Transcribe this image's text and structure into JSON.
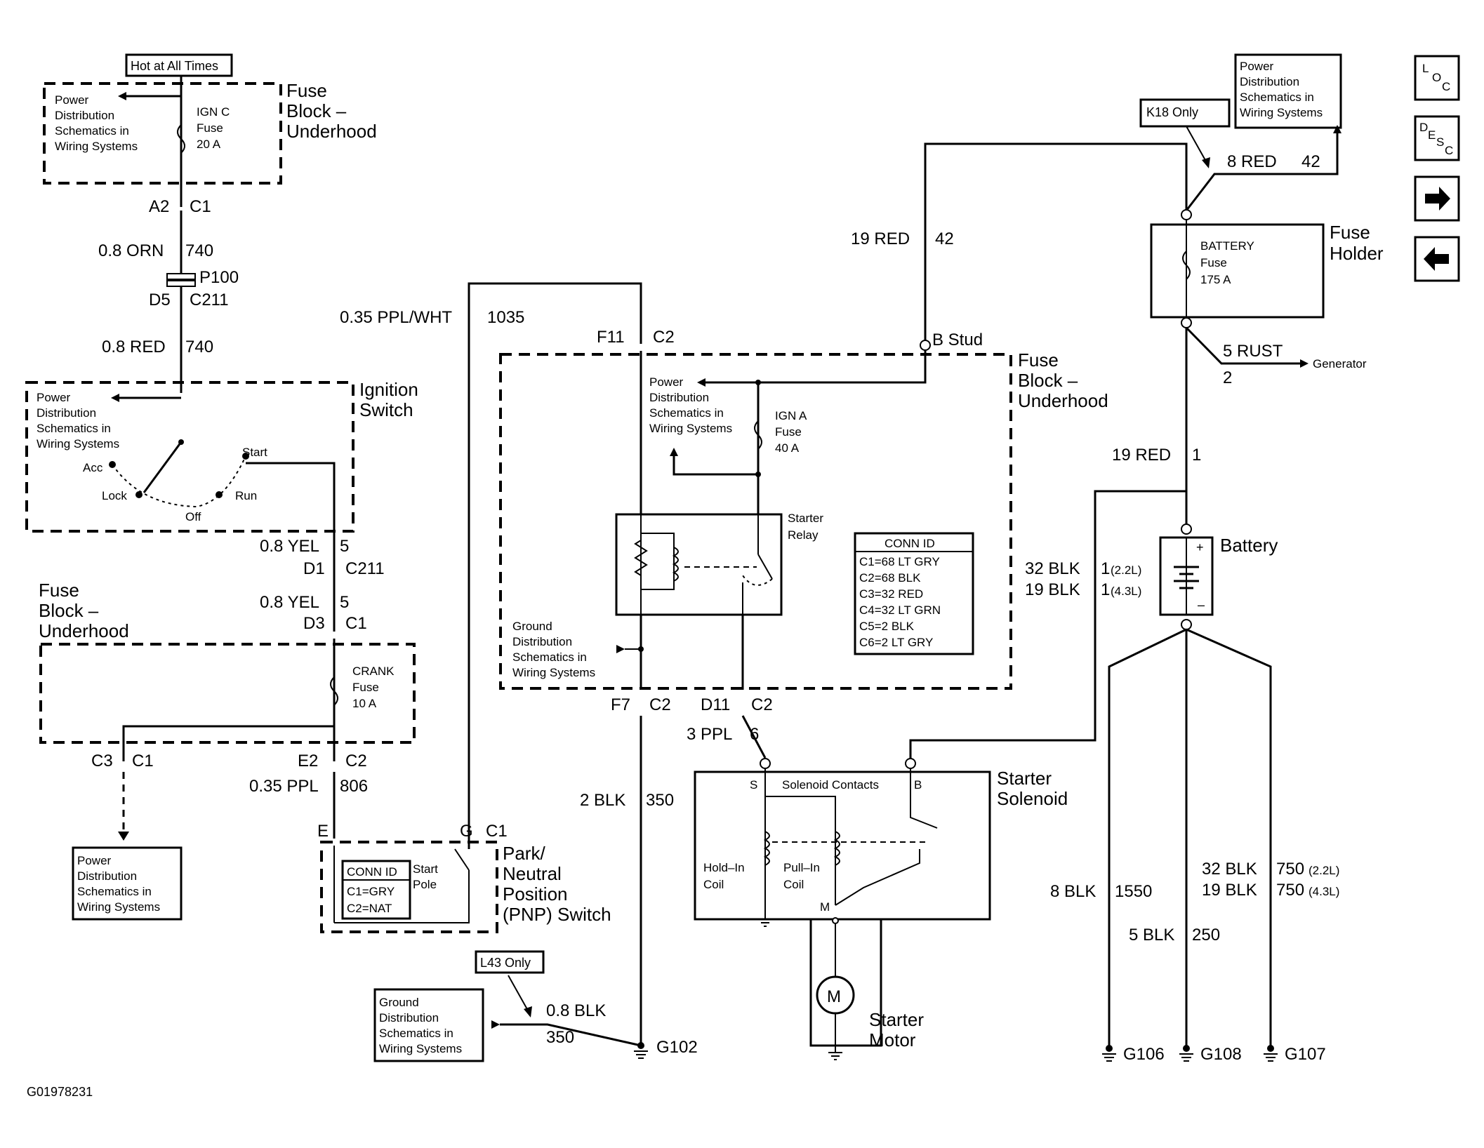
{
  "figure_id": "G01978231",
  "nav": {
    "loc_a": "L",
    "loc_b": "O",
    "loc_c": "C",
    "desc_a": "D",
    "desc_b": "E",
    "desc_c": "S",
    "desc_d": "C",
    "fwd_arrow": "arrow-right-icon",
    "back_arrow": "arrow-left-icon"
  },
  "labels": {
    "hot": "Hot at All Times",
    "pd1_a": "Power",
    "pd1_b": "Distribution",
    "pd1_c": "Schematics in",
    "pd1_d": "Wiring Systems",
    "ignc_a": "IGN C",
    "ignc_b": "Fuse",
    "ignc_c": "20 A",
    "fb1_a": "Fuse",
    "fb1_b": "Block –",
    "fb1_c": "Underhood",
    "a2": "A2",
    "c1a": "C1",
    "w740a": "0.8 ORN",
    "w740a_n": "740",
    "p100": "P100",
    "d5": "D5",
    "c211a": "C211",
    "w740b": "0.8 RED",
    "w740b_n": "740",
    "pd2_a": "Power",
    "pd2_b": "Distribution",
    "pd2_c": "Schematics in",
    "pd2_d": "Wiring Systems",
    "ign_a": "Ignition",
    "ign_b": "Switch",
    "acc": "Acc",
    "lock": "Lock",
    "off": "Off",
    "run": "Run",
    "start": "Start",
    "yel1": "0.8 YEL",
    "yel1_n": "5",
    "d1": "D1",
    "c211b": "C211",
    "yel2": "0.8 YEL",
    "yel2_n": "5",
    "d3": "D3",
    "c1b": "C1",
    "fb2_a": "Fuse",
    "fb2_b": "Block –",
    "fb2_c": "Underhood",
    "crank_a": "CRANK",
    "crank_b": "Fuse",
    "crank_c": "10 A",
    "c3": "C3",
    "c1c": "C1",
    "e2": "E2",
    "c2a": "C2",
    "ppl806": "0.35 PPL",
    "ppl806_n": "806",
    "pd3_a": "Power",
    "pd3_b": "Distribution",
    "pd3_c": "Schematics in",
    "pd3_d": "Wiring Systems",
    "e": "E",
    "g": "G",
    "c1d": "C1",
    "connid1": "CONN ID",
    "c1gry": "C1=GRY",
    "c2nat": "C2=NAT",
    "startpole_a": "Start",
    "startpole_b": "Pole",
    "pnp_a": "Park/",
    "pnp_b": "Neutral",
    "pnp_c": "Position",
    "pnp_d": "(PNP) Switch",
    "l43": "L43 Only",
    "gd1_a": "Ground",
    "gd1_b": "Distribution",
    "gd1_c": "Schematics in",
    "gd1_d": "Wiring Systems",
    "blk08": "0.8 BLK",
    "blk08_n": "350",
    "g102": "G102",
    "pplwht": "0.35 PPL/WHT",
    "pplwht_n": "1035",
    "f11": "F11",
    "c2b": "C2",
    "pd4_a": "Power",
    "pd4_b": "Distribution",
    "pd4_c": "Schematics in",
    "pd4_d": "Wiring Systems",
    "igna_a": "IGN A",
    "igna_b": "Fuse",
    "igna_c": "40 A",
    "relay_a": "Starter",
    "relay_b": "Relay",
    "gd2_a": "Ground",
    "gd2_b": "Distribution",
    "gd2_c": "Schematics in",
    "gd2_d": "Wiring Systems",
    "connid2": "CONN ID",
    "cn1": "C1=68 LT GRY",
    "cn2": "C2=68 BLK",
    "cn3": "C3=32 RED",
    "cn4": "C4=32 LT GRN",
    "cn5": "C5=2 BLK",
    "cn6": "C6=2 LT GRY",
    "fb3_a": "Fuse",
    "fb3_b": "Block –",
    "fb3_c": "Underhood",
    "bstud": "B Stud",
    "red19": "19 RED",
    "red19_n": "42",
    "f7": "F7",
    "c2c": "C2",
    "d11": "D11",
    "c2d": "C2",
    "blk2": "2 BLK",
    "blk2_n": "350",
    "ppl3": "3 PPL",
    "ppl3_n": "6",
    "s": "S",
    "solc": "Solenoid Contacts",
    "b": "B",
    "sol_a": "Starter",
    "sol_b": "Solenoid",
    "hold_a": "Hold–In",
    "hold_b": "Coil",
    "pull_a": "Pull–In",
    "pull_b": "Coil",
    "m": "M",
    "mot": "M",
    "motor_a": "Starter",
    "motor_b": "Motor",
    "k18": "K18 Only",
    "pd5_a": "Power",
    "pd5_b": "Distribution",
    "pd5_c": "Schematics in",
    "pd5_d": "Wiring Systems",
    "red8": "8 RED",
    "red8_n": "42",
    "batt_a": "BATTERY",
    "batt_b": "Fuse",
    "batt_c": "175 A",
    "fh_a": "Fuse",
    "fh_b": "Holder",
    "rust": "5 RUST",
    "rust_n": "2",
    "gen": "Generator",
    "red19b": "19 RED",
    "red19b_n": "1",
    "battery": "Battery",
    "blk32a": "32 BLK",
    "blk32a_n": "1",
    "l22a": "(2.2L)",
    "blk19a": "19 BLK",
    "blk19a_n": "1",
    "l43a": "(4.3L)",
    "blk8": "8 BLK",
    "blk8_n": "1550",
    "blk5": "5 BLK",
    "blk5_n": "250",
    "blk32b": "32 BLK",
    "blk32b_n": "750",
    "l22b": "(2.2L)",
    "blk19b": "19 BLK",
    "blk19b_n": "750",
    "l43b": "(4.3L)",
    "g106": "G106",
    "g108": "G108",
    "g107": "G107",
    "plus": "+",
    "minus": "–"
  }
}
